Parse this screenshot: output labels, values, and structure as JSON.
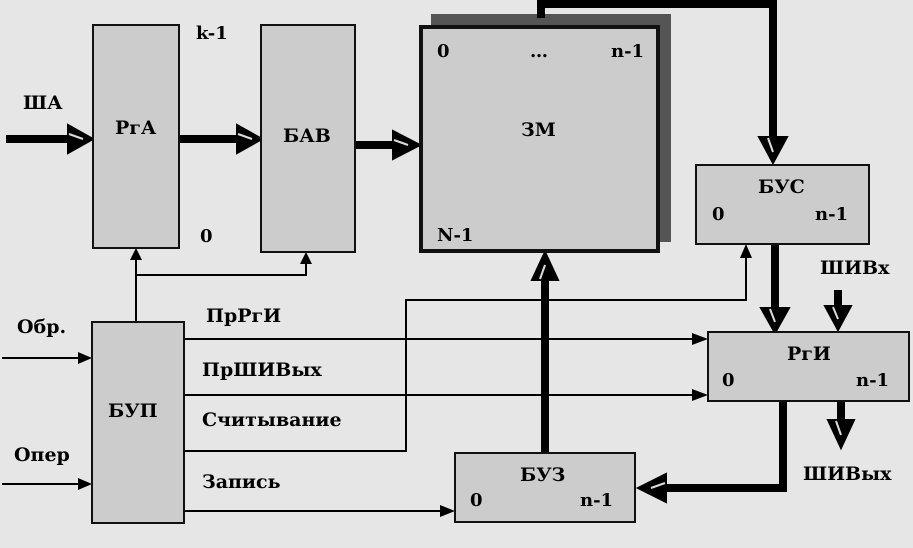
{
  "blocks": {
    "rga": {
      "name": "РгА"
    },
    "bav": {
      "name": "БАВ"
    },
    "zm": {
      "name": "ЗМ",
      "col_start": "0",
      "col_dots": "…",
      "col_end": "n-1",
      "row_end": "N-1"
    },
    "bus": {
      "name": "БУС",
      "start": "0",
      "end": "n-1"
    },
    "rgi": {
      "name": "РгИ",
      "start": "0",
      "end": "n-1"
    },
    "bup": {
      "name": "БУП"
    },
    "buz": {
      "name": "БУЗ",
      "start": "0",
      "end": "n-1"
    }
  },
  "labels": {
    "sha": "ША",
    "k1": "k-1",
    "zero_rga": "0",
    "obr": "Обр.",
    "oper": "Опер",
    "prrgi": "ПрРгИ",
    "prshivyh": "ПрШИВых",
    "schityvanie": "Считывание",
    "zapis": "Запись",
    "shivx": "ШИВх",
    "shivyh": "ШИВых"
  },
  "colors": {
    "background": "#e6e6e6",
    "block_fill": "#cccccc",
    "line": "#000000"
  }
}
